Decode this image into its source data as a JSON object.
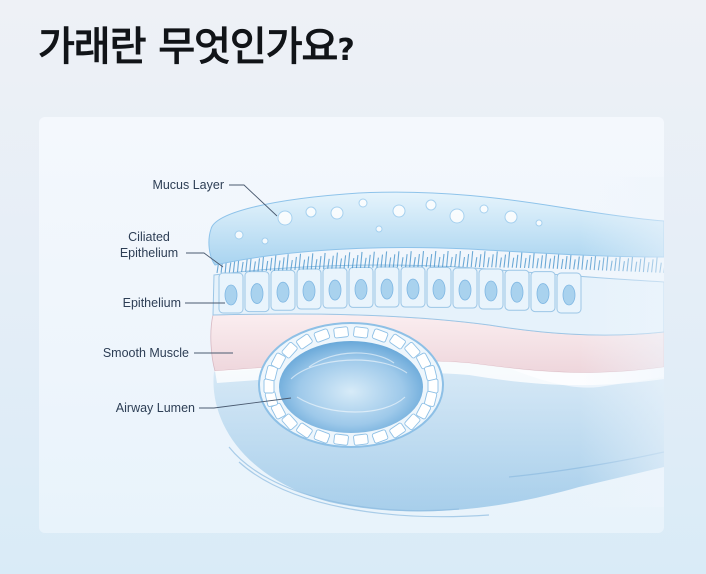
{
  "title": {
    "main": "가래란 무엇인가요",
    "mark": "?"
  },
  "diagram": {
    "labels": {
      "mucus_layer": "Mucus Layer",
      "ciliated_line1": "Ciliated",
      "ciliated_line2": "Epithelium",
      "epithelium": "Epithelium",
      "smooth_muscle": "Smooth Muscle",
      "airway_lumen": "Airway Lumen"
    },
    "colors": {
      "mucus": "#bfe0f5",
      "cilia": "#3f8fc9",
      "cell": "#e9f4fc",
      "nucleus": "#a9d2ee",
      "smooth_muscle": "#f6e7ea",
      "lumen": "#7fb7e3"
    }
  }
}
